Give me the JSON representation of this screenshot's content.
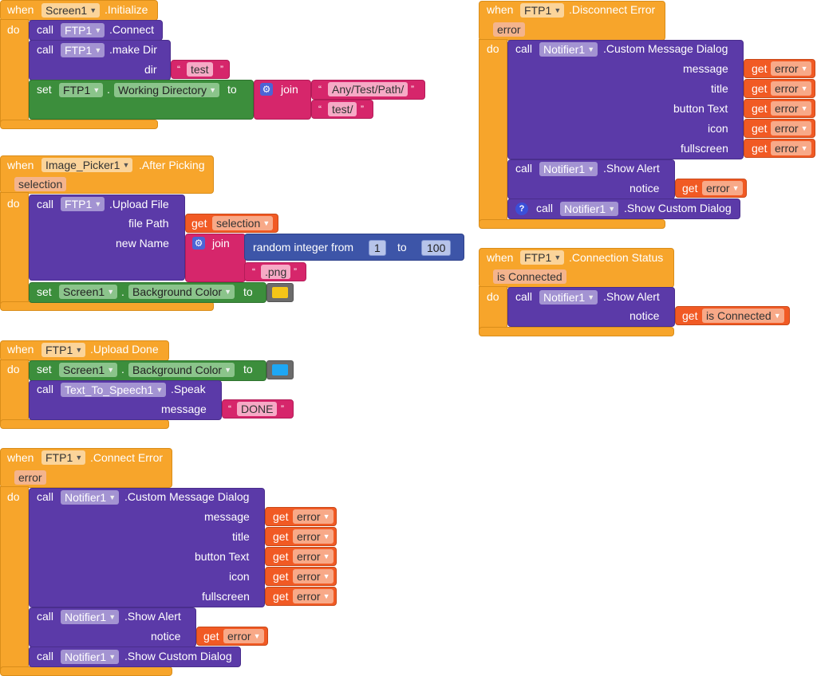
{
  "kw": {
    "when": "when",
    "do": "do",
    "call": "call",
    "set": "set",
    "to": "to",
    "get": "get",
    "join": "join",
    "dot": "."
  },
  "b1": {
    "component": "Screen1",
    "event": ".Initialize",
    "c1_comp": "FTP1",
    "c1_method": ".Connect",
    "c2_comp": "FTP1",
    "c2_method": ".make Dir",
    "dir_label": "dir",
    "dir_value": "test",
    "s_comp": "FTP1",
    "s_prop": "Working Directory",
    "join_a": "Any/Test/Path/",
    "join_b": "test/"
  },
  "b2": {
    "component": "Image_Picker1",
    "event": ".After Picking",
    "param": "selection",
    "c_comp": "FTP1",
    "c_method": ".Upload File",
    "file_path_label": "file Path",
    "get_var": "selection",
    "new_name_label": "new Name",
    "random_label": "random integer from",
    "from": "1",
    "to_label": "to",
    "to": "100",
    "ext": ".png",
    "s_comp": "Screen1",
    "s_prop": "Background Color",
    "color": "#f5c518"
  },
  "b3": {
    "component": "FTP1",
    "event": ".Upload Done",
    "s_comp": "Screen1",
    "s_prop": "Background Color",
    "color": "#1ea7f5",
    "c_comp": "Text_To_Speech1",
    "c_method": ".Speak",
    "message_label": "message",
    "message": "DONE"
  },
  "b4": {
    "component": "FTP1",
    "event": ".Connect Error",
    "param": "error",
    "c1_comp": "Notifier1",
    "c1_method": ".Custom Message Dialog",
    "args": [
      "message",
      "title",
      "button Text",
      "icon",
      "fullscreen"
    ],
    "get_var": "error",
    "c2_comp": "Notifier1",
    "c2_method": ".Show Alert",
    "notice_label": "notice",
    "c3_comp": "Notifier1",
    "c3_method": ".Show Custom Dialog"
  },
  "b5": {
    "component": "FTP1",
    "event": ".Disconnect Error",
    "param": "error",
    "c1_comp": "Notifier1",
    "c1_method": ".Custom Message Dialog",
    "args": [
      "message",
      "title",
      "button Text",
      "icon",
      "fullscreen"
    ],
    "get_var": "error",
    "c2_comp": "Notifier1",
    "c2_method": ".Show Alert",
    "notice_label": "notice",
    "c3_comp": "Notifier1",
    "c3_method": ".Show Custom Dialog"
  },
  "b6": {
    "component": "FTP1",
    "event": ".Connection Status",
    "param": "is Connected",
    "c_comp": "Notifier1",
    "c_method": ".Show Alert",
    "notice_label": "notice",
    "get_var": "is Connected"
  }
}
